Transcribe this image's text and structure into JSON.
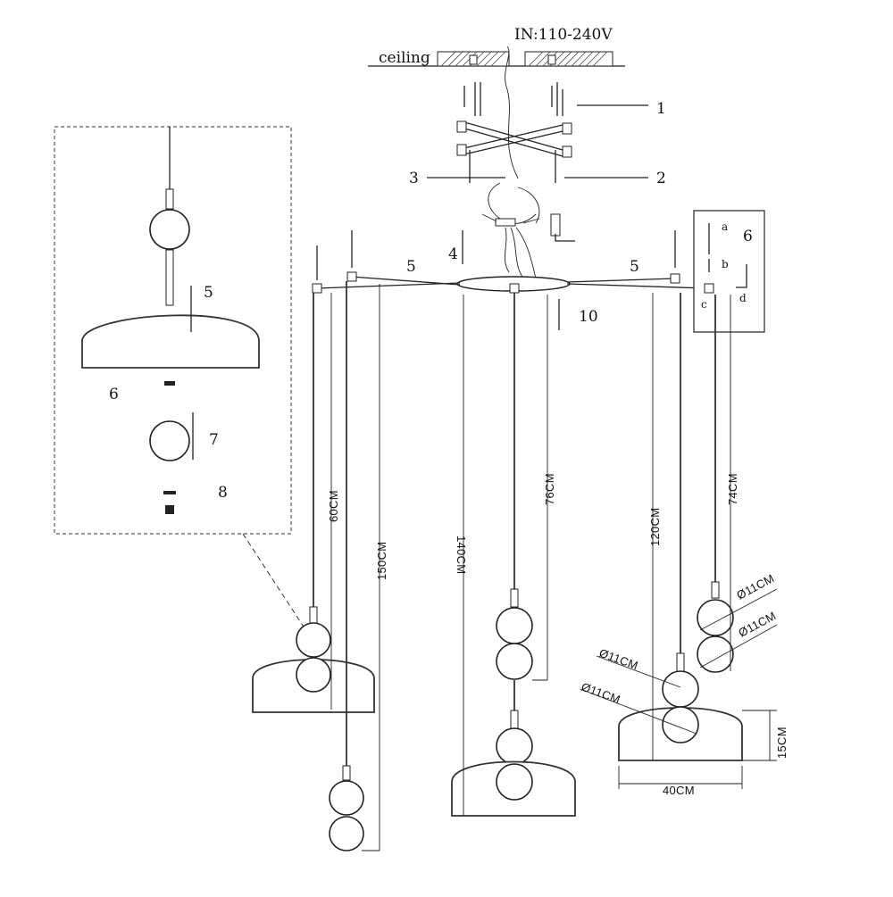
{
  "diagram": {
    "power_label": "IN:110-240V",
    "ceiling_label": "ceiling",
    "callouts": {
      "n1": "1",
      "n2": "2",
      "n3": "3",
      "n4": "4",
      "n5_left": "5",
      "n5_right": "5",
      "n10": "10"
    },
    "detail_box": {
      "n5": "5",
      "n6": "6",
      "n7": "7",
      "n8": "8"
    },
    "inset": {
      "title": "6",
      "a": "a",
      "b": "b",
      "c": "c",
      "d": "d"
    },
    "dimensions": {
      "d60": "60CM",
      "d150": "150CM",
      "d140": "140CM",
      "d76": "76CM",
      "d120": "120CM",
      "d74": "74CM",
      "dia1": "Ø11CM",
      "dia2": "Ø11CM",
      "dia3": "Ø11CM",
      "dia4": "Ø11CM",
      "h15": "15CM",
      "w40": "40CM"
    }
  }
}
